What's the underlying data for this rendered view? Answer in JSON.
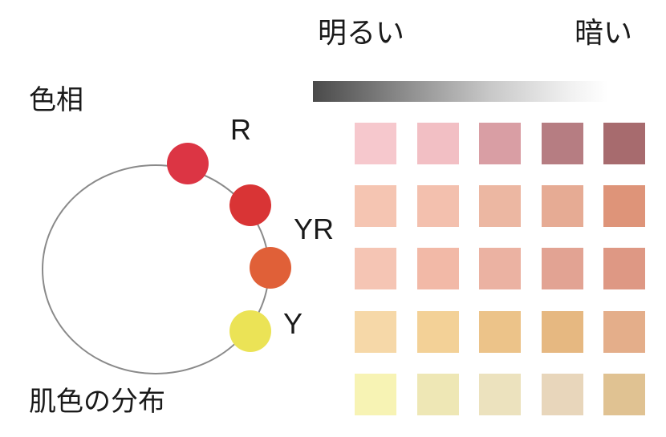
{
  "labels": {
    "bright": "明るい",
    "dark": "暗い",
    "hue": "色相",
    "distribution": "肌色の分布",
    "r": "R",
    "yr": "YR",
    "y": "Y"
  },
  "hue_dots": [
    {
      "name": "R",
      "color": "#dc3544"
    },
    {
      "name": "R-YR",
      "color": "#d93435"
    },
    {
      "name": "YR",
      "color": "#e06038"
    },
    {
      "name": "Y",
      "color": "#ebe356"
    }
  ],
  "ring_color": "#8a8a8a",
  "swatches": [
    [
      "#f6c8cd",
      "#f2bfc4",
      "#d99ea4",
      "#b67d82",
      "#a76b6e"
    ],
    [
      "#f5c5b2",
      "#f3c0ae",
      "#ecb7a2",
      "#e6ab94",
      "#de9479"
    ],
    [
      "#f5c5b4",
      "#f2b9a7",
      "#ebb2a2",
      "#e2a393",
      "#de9884"
    ],
    [
      "#f6d8a8",
      "#f3d197",
      "#ecc389",
      "#e6b881",
      "#e4ae8a"
    ],
    [
      "#f7f3b4",
      "#eee7b5",
      "#ece2be",
      "#e8d6bb",
      "#e0c292"
    ]
  ]
}
